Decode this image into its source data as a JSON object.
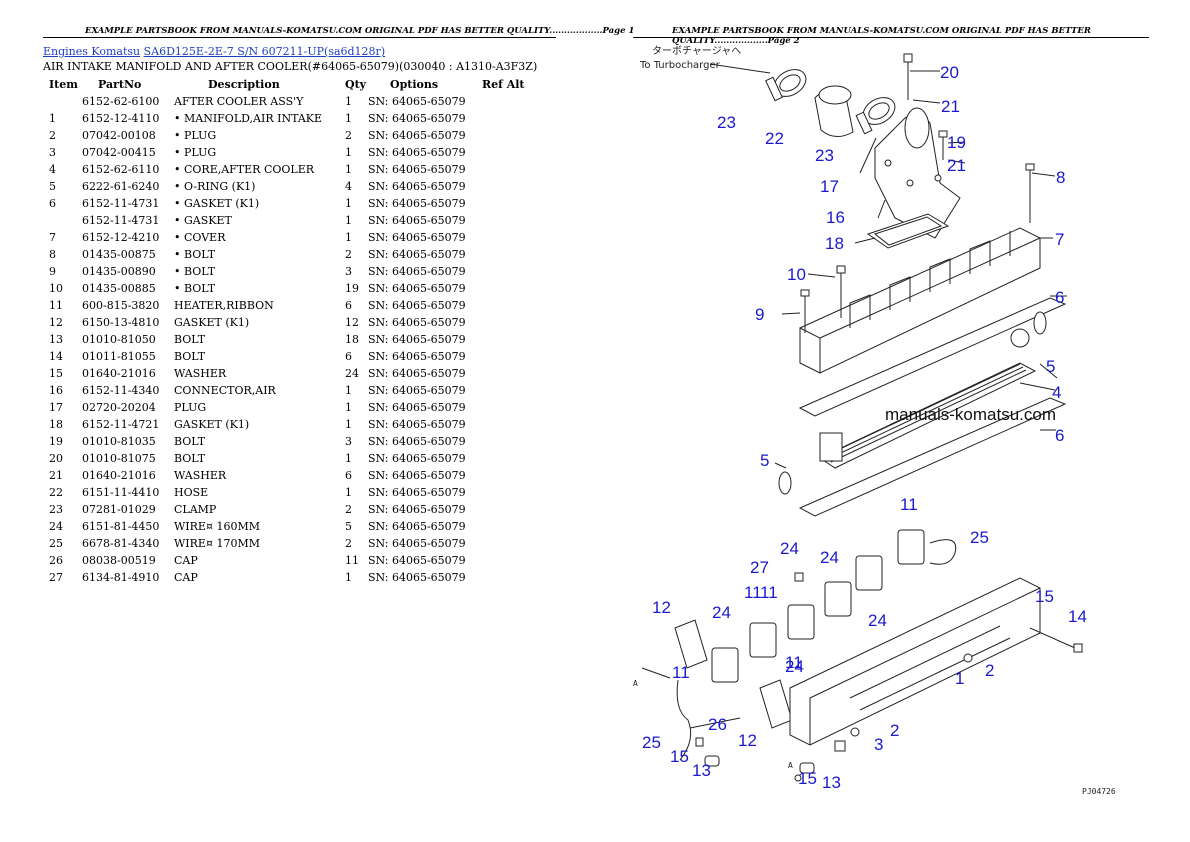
{
  "page1": {
    "header": "EXAMPLE PARTSBOOK FROM MANUALS-KOMATSU.COM ORIGINAL PDF HAS BETTER QUALITY..................Page 1"
  },
  "page2": {
    "header": "EXAMPLE PARTSBOOK FROM MANUALS-KOMATSU.COM ORIGINAL PDF HAS BETTER QUALITY..................Page 2"
  },
  "breadcrumb": {
    "link1": "Engines Komatsu",
    "link2": "SA6D125E-2E-7 S/N 607211-UP(sa6d128r)"
  },
  "section_title": "AIR INTAKE MANIFOLD AND AFTER COOLER(#64065-65079)(030040 : A1310-A3F3Z)",
  "table": {
    "headers": [
      "Item",
      "PartNo",
      "Description",
      "Qty",
      "Options",
      "Ref Alt"
    ],
    "rows": [
      [
        "",
        "6152-62-6100",
        "AFTER COOLER ASS'Y",
        "1",
        "SN: 64065-65079",
        ""
      ],
      [
        "1",
        "6152-12-4110",
        "• MANIFOLD,AIR INTAKE",
        "1",
        "SN: 64065-65079",
        ""
      ],
      [
        "2",
        "07042-00108",
        "• PLUG",
        "2",
        "SN: 64065-65079",
        ""
      ],
      [
        "3",
        "07042-00415",
        "• PLUG",
        "1",
        "SN: 64065-65079",
        ""
      ],
      [
        "4",
        "6152-62-6110",
        "• CORE,AFTER COOLER",
        "1",
        "SN: 64065-65079",
        ""
      ],
      [
        "5",
        "6222-61-6240",
        "• O-RING (K1)",
        "4",
        "SN: 64065-65079",
        ""
      ],
      [
        "6",
        "6152-11-4731",
        "• GASKET (K1)",
        "1",
        "SN: 64065-65079",
        ""
      ],
      [
        "",
        "6152-11-4731",
        "• GASKET",
        "1",
        "SN: 64065-65079",
        ""
      ],
      [
        "7",
        "6152-12-4210",
        "• COVER",
        "1",
        "SN: 64065-65079",
        ""
      ],
      [
        "8",
        "01435-00875",
        "• BOLT",
        "2",
        "SN: 64065-65079",
        ""
      ],
      [
        "9",
        "01435-00890",
        "• BOLT",
        "3",
        "SN: 64065-65079",
        ""
      ],
      [
        "10",
        "01435-00885",
        "• BOLT",
        "19",
        "SN: 64065-65079",
        ""
      ],
      [
        "11",
        "600-815-3820",
        "HEATER,RIBBON",
        "6",
        "SN: 64065-65079",
        ""
      ],
      [
        "12",
        "6150-13-4810",
        "GASKET (K1)",
        "12",
        "SN: 64065-65079",
        ""
      ],
      [
        "13",
        "01010-81050",
        "BOLT",
        "18",
        "SN: 64065-65079",
        ""
      ],
      [
        "14",
        "01011-81055",
        "BOLT",
        "6",
        "SN: 64065-65079",
        ""
      ],
      [
        "15",
        "01640-21016",
        "WASHER",
        "24",
        "SN: 64065-65079",
        ""
      ],
      [
        "16",
        "6152-11-4340",
        "CONNECTOR,AIR",
        "1",
        "SN: 64065-65079",
        ""
      ],
      [
        "17",
        "02720-20204",
        "PLUG",
        "1",
        "SN: 64065-65079",
        ""
      ],
      [
        "18",
        "6152-11-4721",
        "GASKET (K1)",
        "1",
        "SN: 64065-65079",
        ""
      ],
      [
        "19",
        "01010-81035",
        "BOLT",
        "3",
        "SN: 64065-65079",
        ""
      ],
      [
        "20",
        "01010-81075",
        "BOLT",
        "1",
        "SN: 64065-65079",
        ""
      ],
      [
        "21",
        "01640-21016",
        "WASHER",
        "6",
        "SN: 64065-65079",
        ""
      ],
      [
        "22",
        "6151-11-4410",
        "HOSE",
        "1",
        "SN: 64065-65079",
        ""
      ],
      [
        "23",
        "07281-01029",
        "CLAMP",
        "2",
        "SN: 64065-65079",
        ""
      ],
      [
        "24",
        "6151-81-4450",
        "WIRE¤ 160MM",
        "5",
        "SN: 64065-65079",
        ""
      ],
      [
        "25",
        "6678-81-4340",
        "WIRE¤ 170MM",
        "2",
        "SN: 64065-65079",
        ""
      ],
      [
        "26",
        "08038-00519",
        "CAP",
        "11",
        "SN: 64065-65079",
        ""
      ],
      [
        "27",
        "6134-81-4910",
        "CAP",
        "1",
        "SN: 64065-65079",
        ""
      ]
    ]
  },
  "diagram": {
    "jp_label": "ターボチャージャへ",
    "to_label": "To Turbocharger",
    "watermark": "manuals-komatsu.com",
    "code": "PJ04726",
    "ref_a": "A",
    "callouts": [
      "20",
      "21",
      "19",
      "21",
      "8",
      "23",
      "22",
      "23",
      "17",
      "16",
      "18",
      "7",
      "10",
      "9",
      "6",
      "5",
      "4",
      "6",
      "5",
      "11",
      "25",
      "24",
      "27",
      "24",
      "11",
      "11",
      "24",
      "15",
      "14",
      "12",
      "24",
      "11",
      "2",
      "1",
      "24",
      "11",
      "26",
      "12",
      "2",
      "3",
      "25",
      "15",
      "13",
      "15",
      "13"
    ]
  }
}
